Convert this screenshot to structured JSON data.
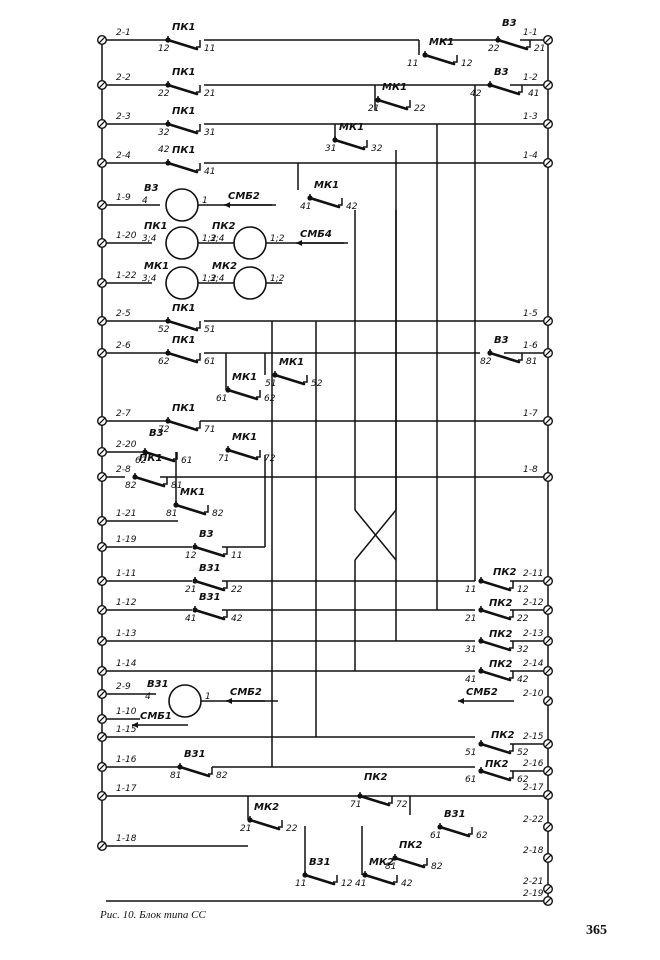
{
  "left_terminals": [
    "2-1",
    "2-2",
    "2-3",
    "2-4",
    "1-9",
    "1-20",
    "1-22",
    "2-5",
    "2-6",
    "2-7",
    "2-20",
    "2-8",
    "1-21",
    "1-19",
    "1-11",
    "1-12",
    "1-13",
    "1-14",
    "2-9",
    "1-10",
    "1-15",
    "1-16",
    "1-17",
    "1-18"
  ],
  "right_terminals": [
    "1-1",
    "1-2",
    "1-3",
    "1-4",
    "1-5",
    "1-6",
    "1-7",
    "1-8",
    "2-11",
    "2-12",
    "2-13",
    "2-14",
    "2-10",
    "2-15",
    "2-16",
    "2-17",
    "2-22",
    "2-18",
    "2-21",
    "2-19"
  ],
  "contacts": [
    {
      "name": "ПК1",
      "a": "12",
      "b": "11"
    },
    {
      "name": "МК1",
      "a": "11",
      "b": "12"
    },
    {
      "name": "В3",
      "a": "22",
      "b": "21"
    },
    {
      "name": "ПК1",
      "a": "22",
      "b": "21"
    },
    {
      "name": "МК1",
      "a": "21",
      "b": "22"
    },
    {
      "name": "В3",
      "a": "42",
      "b": "41"
    },
    {
      "name": "ПК1",
      "a": "32",
      "b": "31"
    },
    {
      "name": "МК1",
      "a": "31",
      "b": "32"
    },
    {
      "name": "ПК1",
      "a": "42",
      "b": "41"
    },
    {
      "name": "МК1",
      "a": "41",
      "b": "42"
    },
    {
      "name": "ПК1",
      "a": "52",
      "b": "51"
    },
    {
      "name": "ПК1",
      "a": "62",
      "b": "61"
    },
    {
      "name": "В3",
      "a": "82",
      "b": "81"
    },
    {
      "name": "МК1",
      "a": "51",
      "b": "52"
    },
    {
      "name": "МК1",
      "a": "61",
      "b": "62"
    },
    {
      "name": "ПК1",
      "a": "72",
      "b": "71"
    },
    {
      "name": "МК1",
      "a": "71",
      "b": "72"
    },
    {
      "name": "В3",
      "a": "62",
      "b": "61"
    },
    {
      "name": "ПК1",
      "a": "82",
      "b": "81"
    },
    {
      "name": "МК1",
      "a": "81",
      "b": "82"
    },
    {
      "name": "В3",
      "a": "12",
      "b": "11"
    },
    {
      "name": "В31",
      "a": "21",
      "b": "22"
    },
    {
      "name": "В31",
      "a": "41",
      "b": "42"
    },
    {
      "name": "ПК2",
      "a": "11",
      "b": "12"
    },
    {
      "name": "ПК2",
      "a": "21",
      "b": "22"
    },
    {
      "name": "ПК2",
      "a": "31",
      "b": "32"
    },
    {
      "name": "ПК2",
      "a": "41",
      "b": "42"
    },
    {
      "name": "ПК2",
      "a": "51",
      "b": "52"
    },
    {
      "name": "ПК2",
      "a": "61",
      "b": "62"
    },
    {
      "name": "В31",
      "a": "81",
      "b": "82"
    },
    {
      "name": "МК2",
      "a": "21",
      "b": "22"
    },
    {
      "name": "ПК2",
      "a": "71",
      "b": "72"
    },
    {
      "name": "В31",
      "a": "61",
      "b": "62"
    },
    {
      "name": "ПК2",
      "a": "81",
      "b": "82"
    },
    {
      "name": "В31",
      "a": "11",
      "b": "12"
    },
    {
      "name": "МК2",
      "a": "41",
      "b": "42"
    }
  ],
  "coils": [
    {
      "name": "В3",
      "left": "4",
      "right": "1"
    },
    {
      "name": "ПК1",
      "left": "3;4",
      "right": "1;2"
    },
    {
      "name": "ПК2",
      "left": "3;4",
      "right": "1;2"
    },
    {
      "name": "МК1",
      "left": "3;4",
      "right": "1;2"
    },
    {
      "name": "МК2",
      "left": "3;4",
      "right": "1;2"
    },
    {
      "name": "В31",
      "left": "4",
      "right": "1"
    }
  ],
  "bus_labels": [
    "СМБ2",
    "СМБ4",
    "СМБ2",
    "СМБ1",
    "СМБ2"
  ],
  "caption": "Рис. 10. Блок типа СС",
  "page_number": "365"
}
